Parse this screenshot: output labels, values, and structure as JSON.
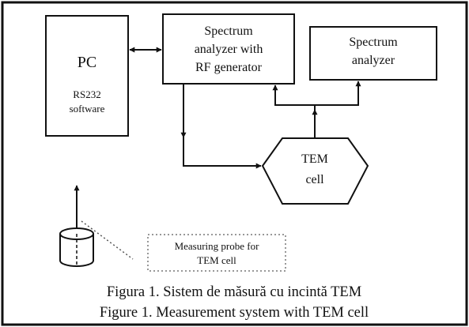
{
  "blocks": {
    "pc": {
      "title": "PC",
      "line1": "RS232",
      "line2": "software"
    },
    "generator": {
      "line1": "Spectrum",
      "line2": "analyzer with",
      "line3": "RF generator"
    },
    "analyzer": {
      "line1": "Spectrum",
      "line2": "analyzer"
    },
    "tem_cell": {
      "line1": "TEM",
      "line2": "cell"
    },
    "probe_label": {
      "line1": "Measuring probe for",
      "line2": "TEM cell"
    }
  },
  "caption": {
    "romanian": "Figura 1. Sistem de măsură cu incintă TEM",
    "english": "Figure 1. Measurement system with TEM cell"
  }
}
